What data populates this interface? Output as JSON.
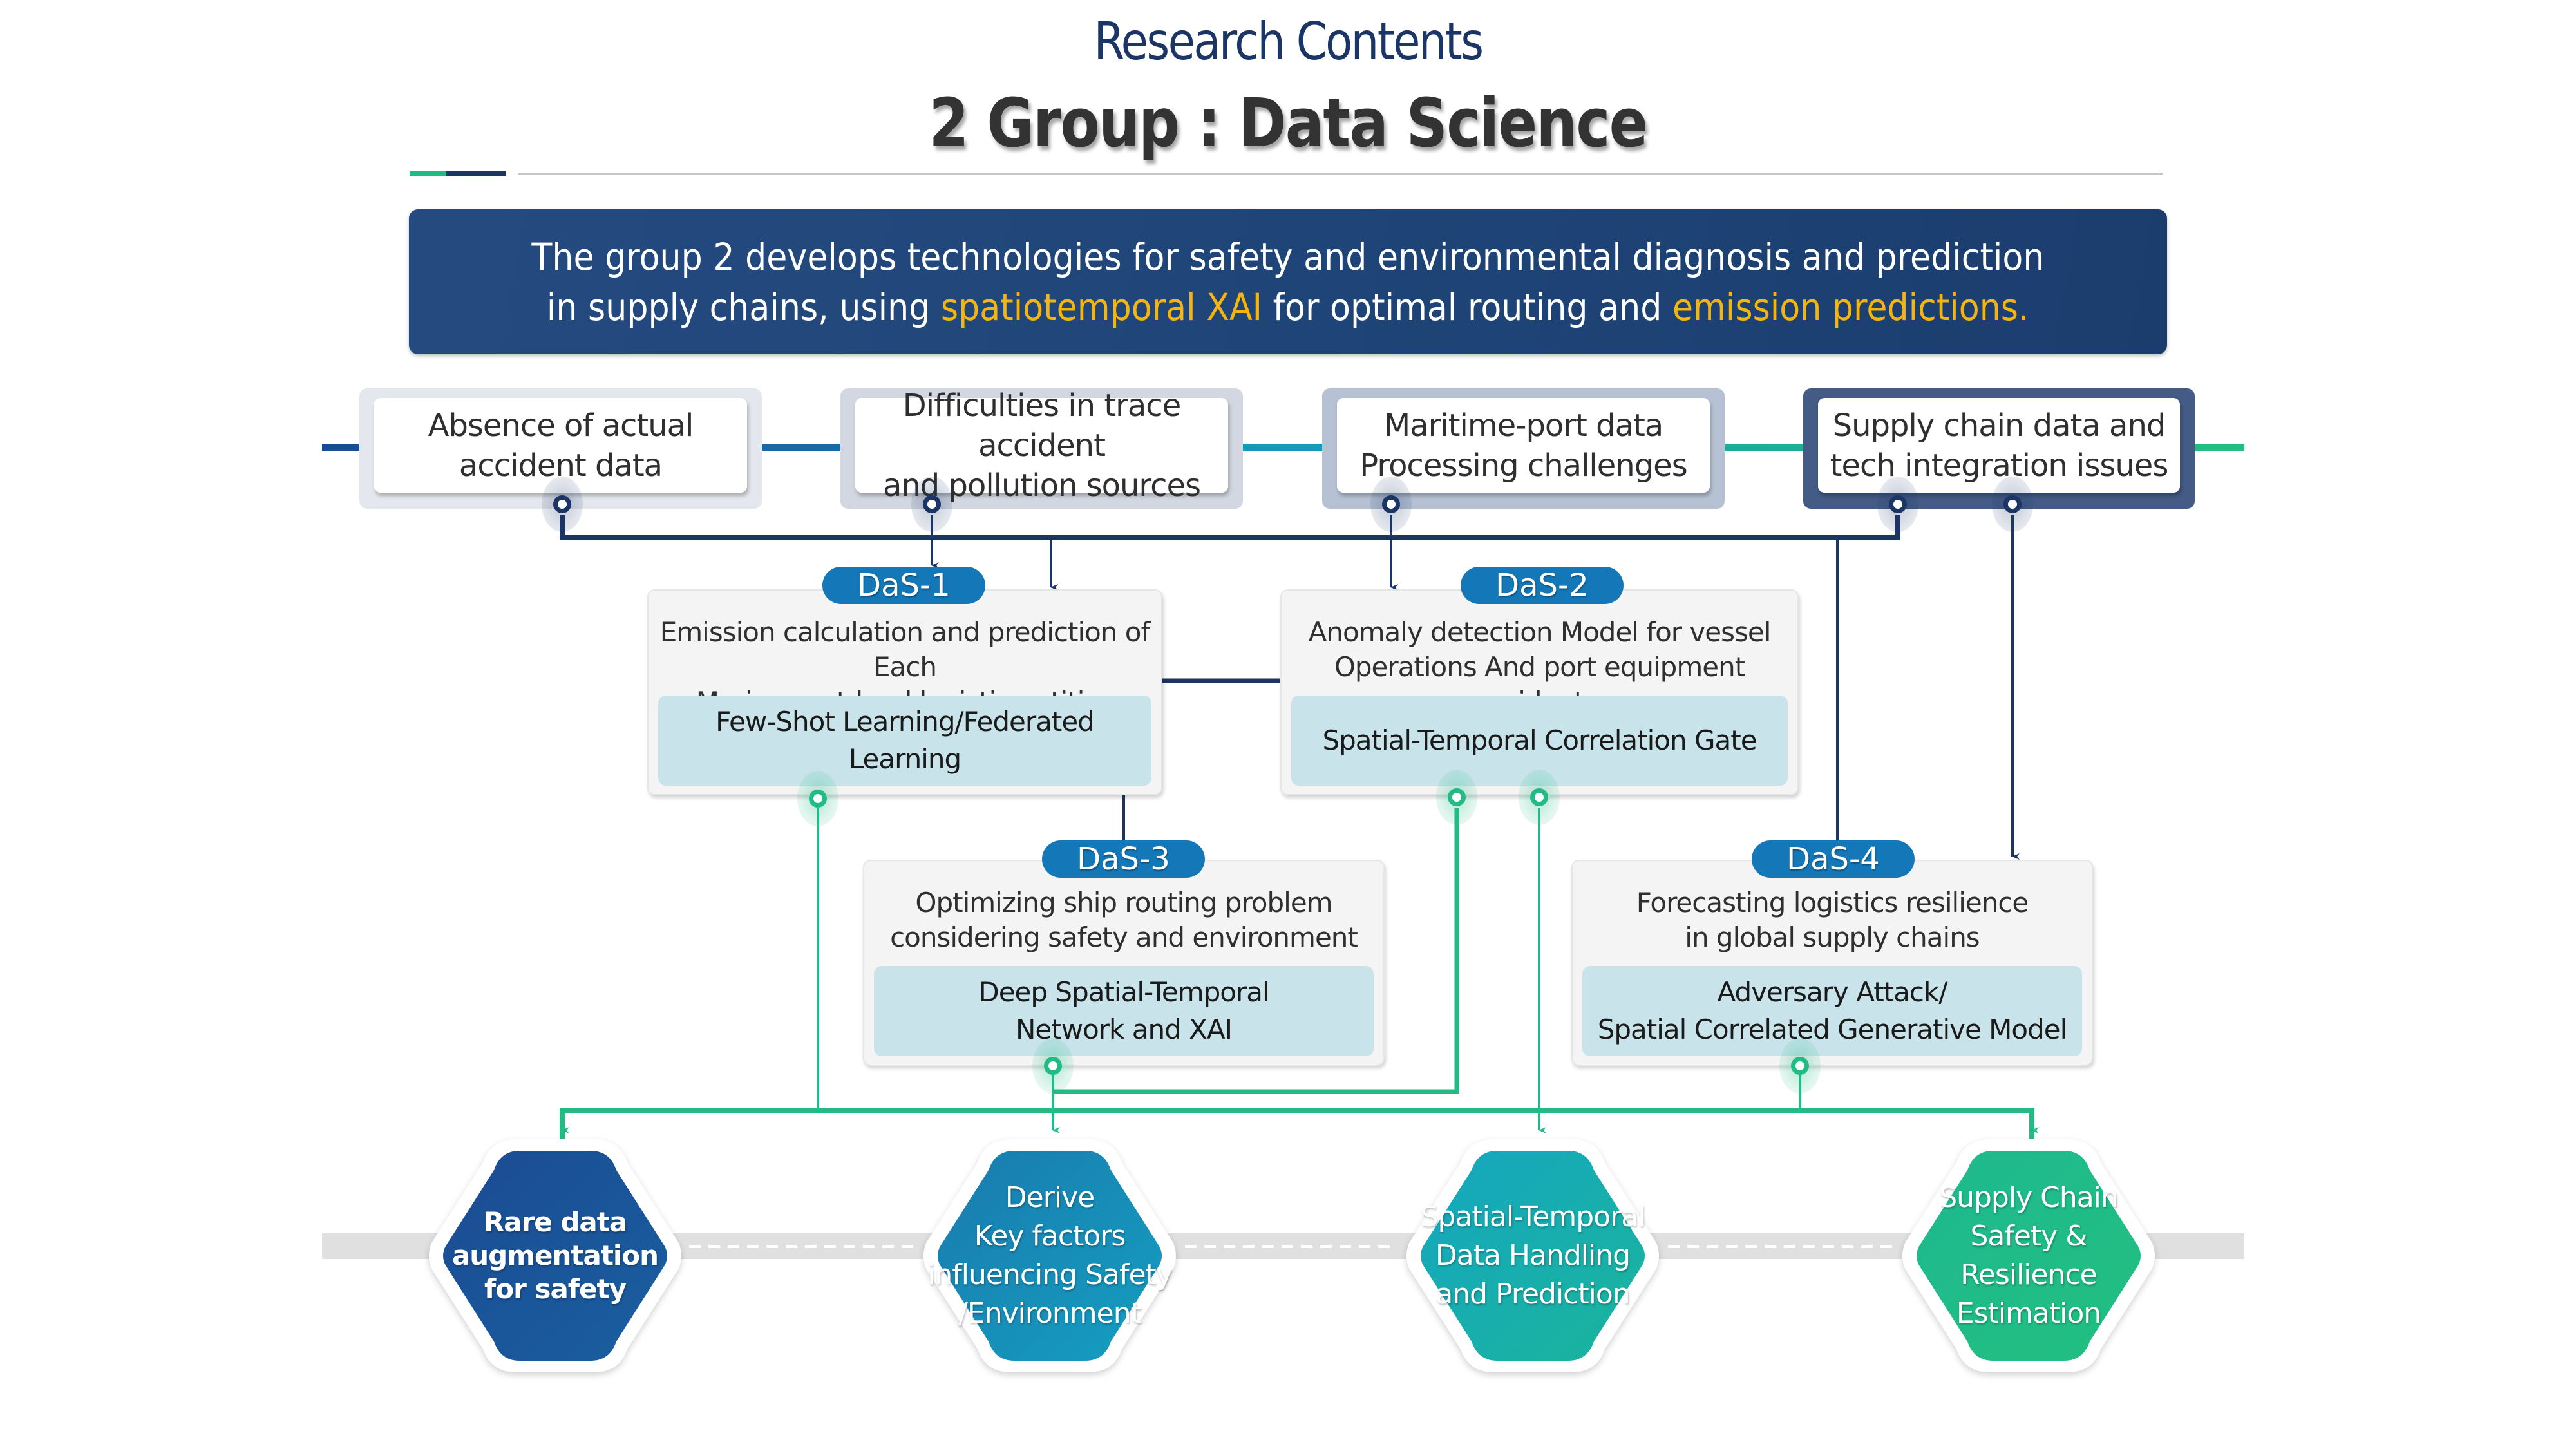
{
  "header": {
    "subtitle": "Research Contents",
    "title": "2 Group : Data Science"
  },
  "banner": {
    "line1": "The group 2 develops technologies for safety and environmental diagnosis and prediction",
    "line2_pre": "in supply chains, using ",
    "line2_hl1": "spatiotemporal XAI",
    "line2_mid": " for optimal routing and ",
    "line2_hl2": "emission predictions",
    "line2_post": ".",
    "highlight_color": "#f5b50f"
  },
  "problems": [
    {
      "line1": "Absence of actual",
      "line2": "accident data"
    },
    {
      "line1": "Difficulties in trace accident",
      "line2": "and pollution sources"
    },
    {
      "line1": "Maritime-port data",
      "line2": "Processing challenges"
    },
    {
      "line1": "Supply chain data and",
      "line2": "tech integration issues"
    }
  ],
  "das": [
    {
      "badge": "DaS-1",
      "desc1": "Emission calculation and prediction of Each",
      "desc2": "Marine-port-land logistic entities",
      "method1": "Few-Shot Learning/Federated Learning",
      "method2": ""
    },
    {
      "badge": "DaS-2",
      "desc1": "Anomaly detection Model for vessel",
      "desc2": "Operations And port equipment accidents.",
      "method1": "Spatial-Temporal Correlation Gate",
      "method2": ""
    },
    {
      "badge": "DaS-3",
      "desc1": "Optimizing ship routing problem",
      "desc2": "considering safety and environment",
      "method1": "Deep Spatial-Temporal",
      "method2": "Network and XAI"
    },
    {
      "badge": "DaS-4",
      "desc1": "Forecasting logistics resilience",
      "desc2": "in global supply chains",
      "method1": "Adversary Attack/",
      "method2": "Spatial Correlated Generative Model"
    }
  ],
  "outcomes": [
    {
      "lines": [
        "Rare data",
        "augmentation",
        "for safety"
      ],
      "color_from": "#1b4b92",
      "color_to": "#1a5fa0"
    },
    {
      "lines": [
        "Derive",
        "Key factors",
        "influencing Safety",
        "/Environment"
      ],
      "color_from": "#1a7aaf",
      "color_to": "#149fc0"
    },
    {
      "lines": [
        "Spatial-Temporal",
        "Data Handling",
        "and Prediction"
      ],
      "color_from": "#15a6c0",
      "color_to": "#1ab59b"
    },
    {
      "lines": [
        "Supply Chain",
        "Safety & Resilience",
        "Estimation"
      ],
      "color_from": "#1eb98f",
      "color_to": "#22bf80"
    }
  ],
  "colors": {
    "navy": "#1b3566",
    "green": "#22bb85",
    "badge_blue": "#1478b8",
    "banner_blue": "#224a80"
  }
}
